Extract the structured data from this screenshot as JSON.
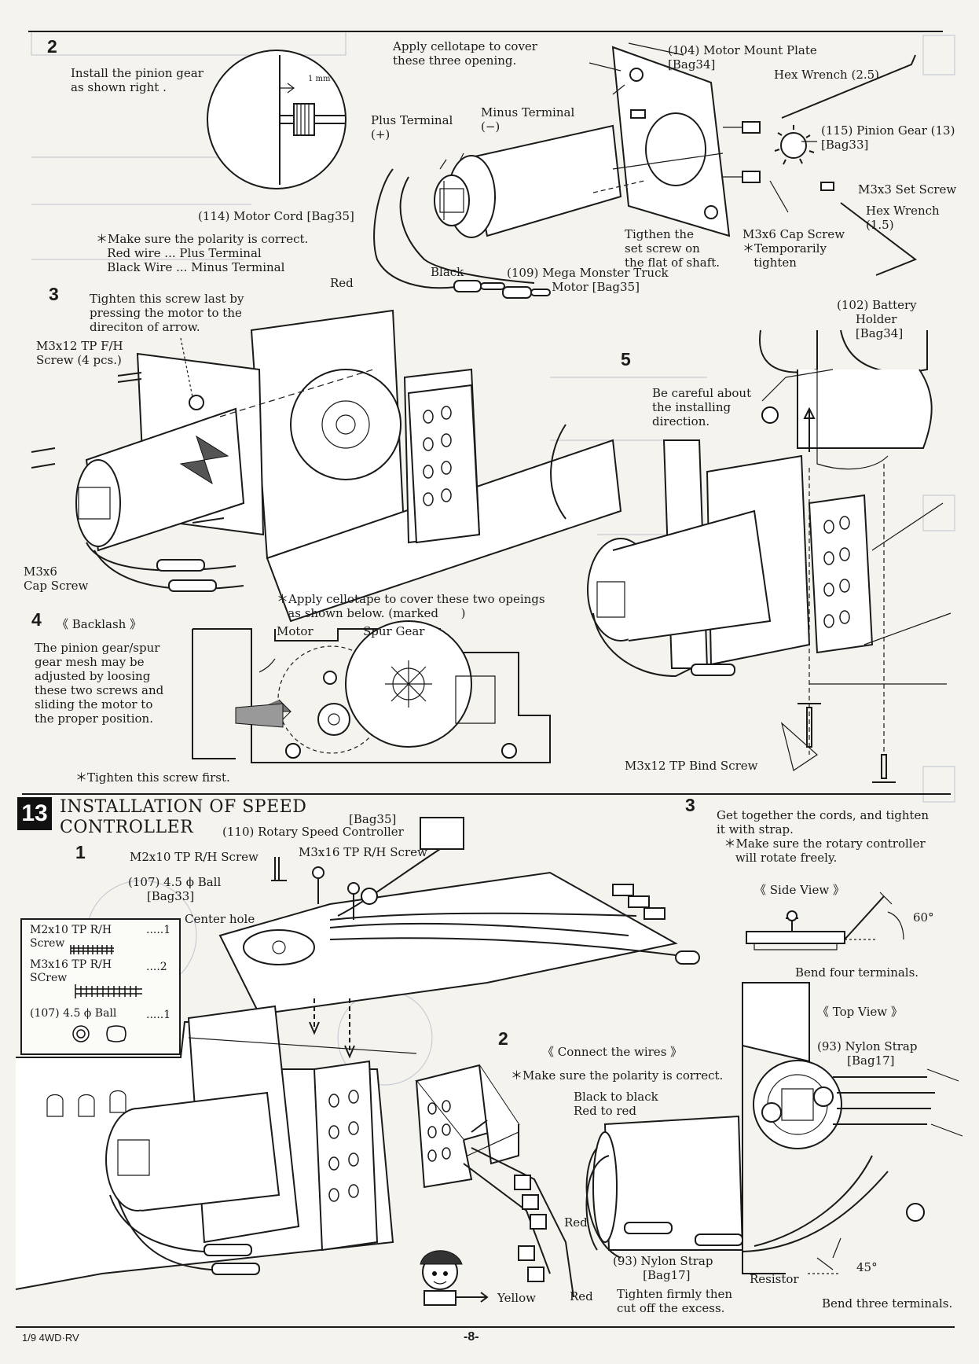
{
  "step2": {
    "num": "2",
    "pinion_note": "Install the pinion gear\nas shown right .",
    "gap": "1 mm",
    "cellotape": "Apply cellotape to cover\nthese three opening.",
    "motor_mount": "(104) Motor Mount Plate\n[Bag34]",
    "hex_wrench_25": "Hex Wrench (2.5)",
    "plus_terminal": "Plus Terminal\n(+)",
    "minus_terminal": "Minus Terminal\n(−)",
    "pinion_gear": "(115) Pinion Gear (13)\n[Bag33]",
    "set_screw": "M3x3 Set Screw",
    "hex_wrench_15": "Hex Wrench\n(1.5)",
    "motor_cord": "(114) Motor Cord [Bag35]",
    "polarity": "＊Make sure the polarity is correct.\n   Red wire ... Plus Terminal\n   Black Wire ... Minus Terminal",
    "tighten_flat": "Tigthen the\nset screw on\nthe flat of shaft.",
    "cap_screw": "M3x6 Cap Screw\n＊Temporarily\n   tighten",
    "red": "Red",
    "black": "Black",
    "motor_truck": "(109) Mega Monster Truck\n            Motor [Bag35]"
  },
  "step3": {
    "num": "3",
    "note": "Tighten this screw last by\npressing the motor to the\ndireciton of arrow.",
    "tp_screw": "M3x12 TP F/H\nScrew (4 pcs.)",
    "cap_screw": "M3x6\nCap Screw"
  },
  "step4": {
    "num": "4",
    "title": "《 Backlash 》",
    "body": "The pinion gear/spur\ngear mesh may be\nadjusted by loosing\nthese two screws and\nsliding the motor to\nthe proper position.",
    "cellotape": "＊Apply cellotape to cover these two opeings\n   as shown below. (marked      )",
    "motor": "Motor",
    "spur_gear": "Spur Gear",
    "tighten_first": "＊Tighten this screw first."
  },
  "step5": {
    "num": "5",
    "battery_holder": "(102) Battery\n     Holder\n     [Bag34]",
    "careful": "Be careful about\nthe installing\ndirection.",
    "bind_screw": "M3x12 TP Bind Screw"
  },
  "section13": {
    "num": "13",
    "title": "INSTALLATION OF SPEED\nCONTROLLER",
    "bag35": "[Bag35]",
    "rotary": "(110) Rotary Speed Controller",
    "s1_num": "1",
    "m2x10": "M2x10 TP R/H Screw",
    "m3x16": "M3x16 TP R/H Screw",
    "ball": "(107) 4.5 ϕ Ball\n     [Bag33]",
    "center_hole": "Center hole",
    "legend": {
      "row1_name": "M2x10 TP R/H\nScrew",
      "row1_qty": ".....1",
      "row2_name": "M3x16 TP R/H\nSCrew",
      "row2_qty": "....2",
      "row3_name": "(107) 4.5 ϕ Ball",
      "row3_qty": ".....1"
    },
    "s2_num": "2",
    "connect": "《 Connect the wires 》",
    "polarity": "＊Make sure the polarity is correct.",
    "black_red": "Black to black\nRed to red",
    "red1": "Red",
    "red2": "Red",
    "yellow": "Yellow",
    "nylon_bottom": "(93) Nylon Strap\n        [Bag17]",
    "tighten_cut": "Tighten firmly then\ncut off the excess.",
    "resistor": "Resistor",
    "deg45": "45°",
    "bend_three": "Bend three terminals.",
    "s3_num": "3",
    "s3_note": "Get together the cords, and tighten\nit with strap.\n  ＊Make sure the rotary controller\n     will rotate freely.",
    "side_view": "《 Side View 》",
    "deg60": "60°",
    "bend_four": "Bend four terminals.",
    "top_view": "《 Top View 》",
    "nylon_top": "(93) Nylon Strap\n        [Bag17]"
  },
  "footer": {
    "model": "1/9 4WD·RV",
    "page": "-8-"
  }
}
